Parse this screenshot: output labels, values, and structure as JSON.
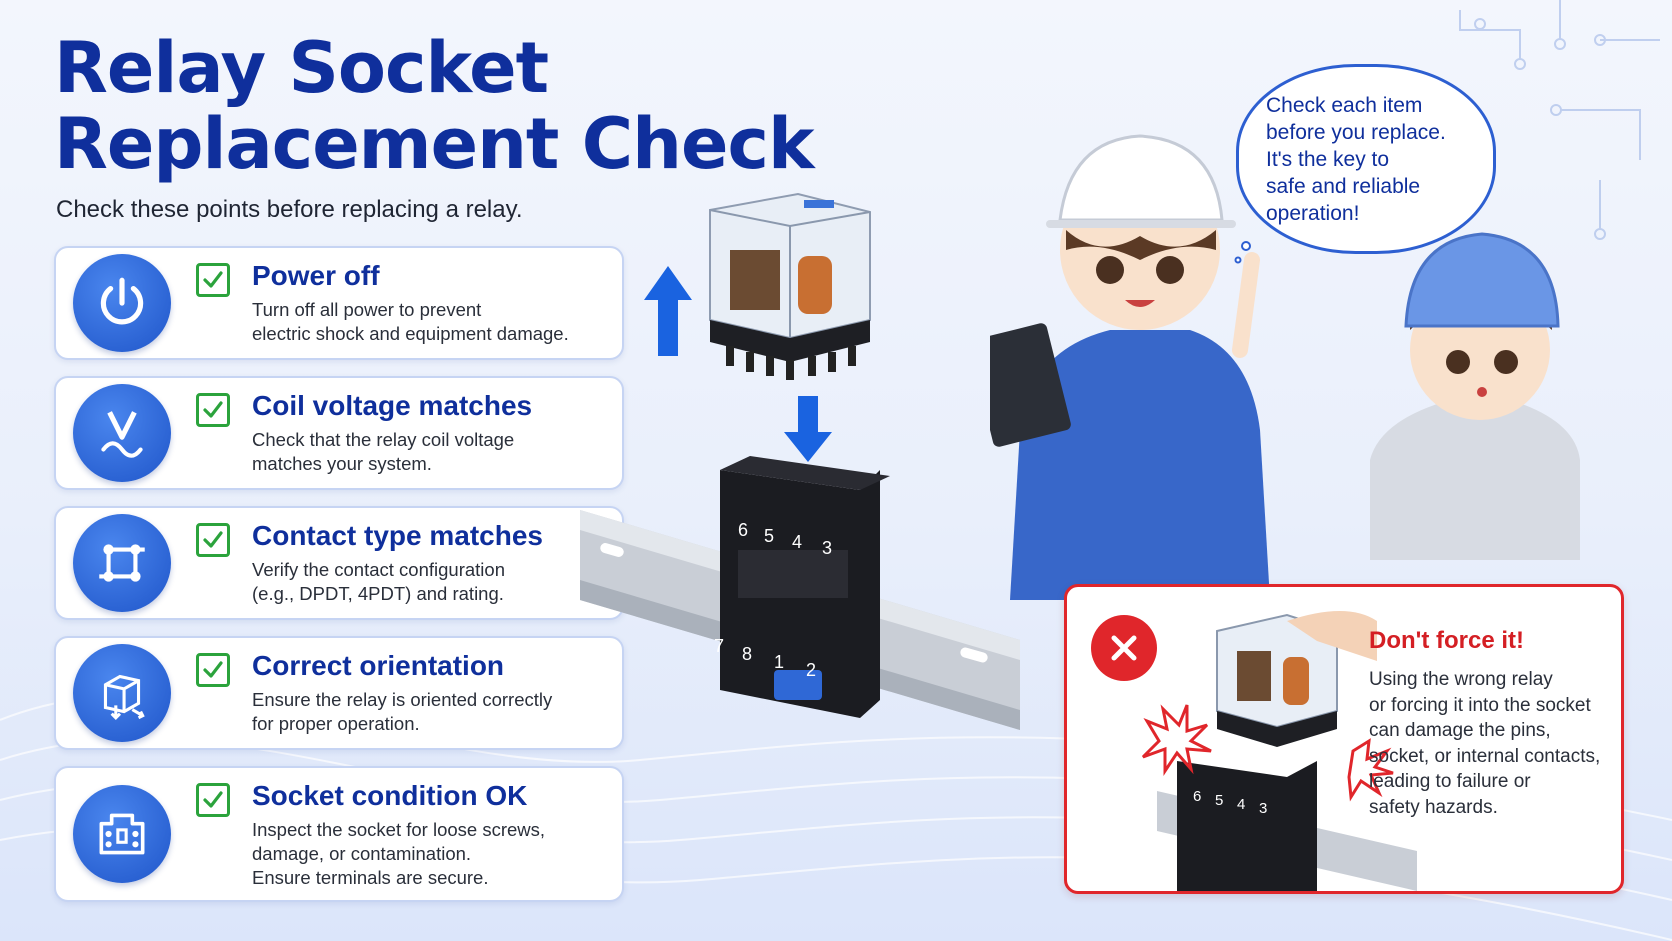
{
  "title_line1": "Relay Socket",
  "title_line2": "Replacement Check",
  "subtitle": "Check these points before replacing a relay.",
  "checks": [
    {
      "icon": "power-icon",
      "title": "Power off",
      "desc1": "Turn off all power to prevent",
      "desc2": "electric shock and equipment damage.",
      "desc3": ""
    },
    {
      "icon": "voltage-icon",
      "title": "Coil voltage matches",
      "desc1": "Check that the relay coil voltage",
      "desc2": "matches your system.",
      "desc3": ""
    },
    {
      "icon": "contact-icon",
      "title": "Contact type matches",
      "desc1": "Verify the contact configuration",
      "desc2": "(e.g., DPDT, 4PDT) and rating.",
      "desc3": ""
    },
    {
      "icon": "orientation-cube-icon",
      "title": "Correct orientation",
      "desc1": "Ensure the relay is oriented correctly",
      "desc2": "for proper operation.",
      "desc3": ""
    },
    {
      "icon": "socket-icon",
      "title": "Socket condition OK",
      "desc1": "Inspect the socket for loose screws,",
      "desc2": "damage, or contamination.",
      "desc3": "Ensure terminals are secure."
    }
  ],
  "socket_numbers_top": [
    "6",
    "5",
    "4",
    "3"
  ],
  "socket_numbers_bottom": [
    "7",
    "8",
    "1",
    "2"
  ],
  "bubble": {
    "line1": "Check each item",
    "line2": "before you replace.",
    "line3": "It's the key to",
    "line4": "safe and reliable",
    "line5": "operation!"
  },
  "warning": {
    "title": "Don't force it!",
    "line1": "Using the wrong relay",
    "line2": "or forcing it into the socket",
    "line3": "can damage the pins,",
    "line4": "socket, or internal contacts,",
    "line5": "leading to failure or",
    "line6": "safety hazards.",
    "socket_numbers": [
      "6",
      "5",
      "4",
      "3"
    ]
  },
  "colors": {
    "title_blue": "#0f2f9c",
    "icon_blue": "#1f55c9",
    "check_green": "#2ba33c",
    "warning_red": "#e0262b"
  }
}
